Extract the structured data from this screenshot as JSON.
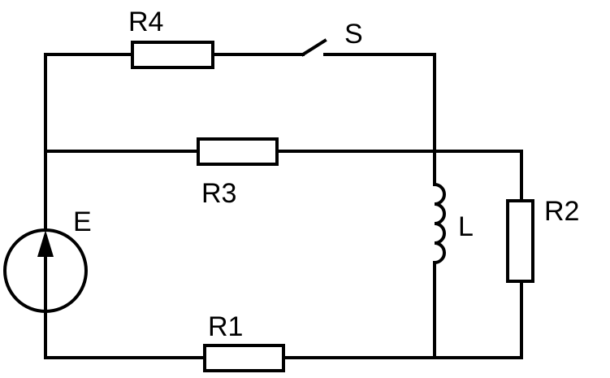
{
  "diagram": {
    "labels": {
      "r4": "R4",
      "s": "S",
      "r3": "R3",
      "r2": "R2",
      "r1": "R1",
      "l": "L",
      "e": "E"
    }
  }
}
